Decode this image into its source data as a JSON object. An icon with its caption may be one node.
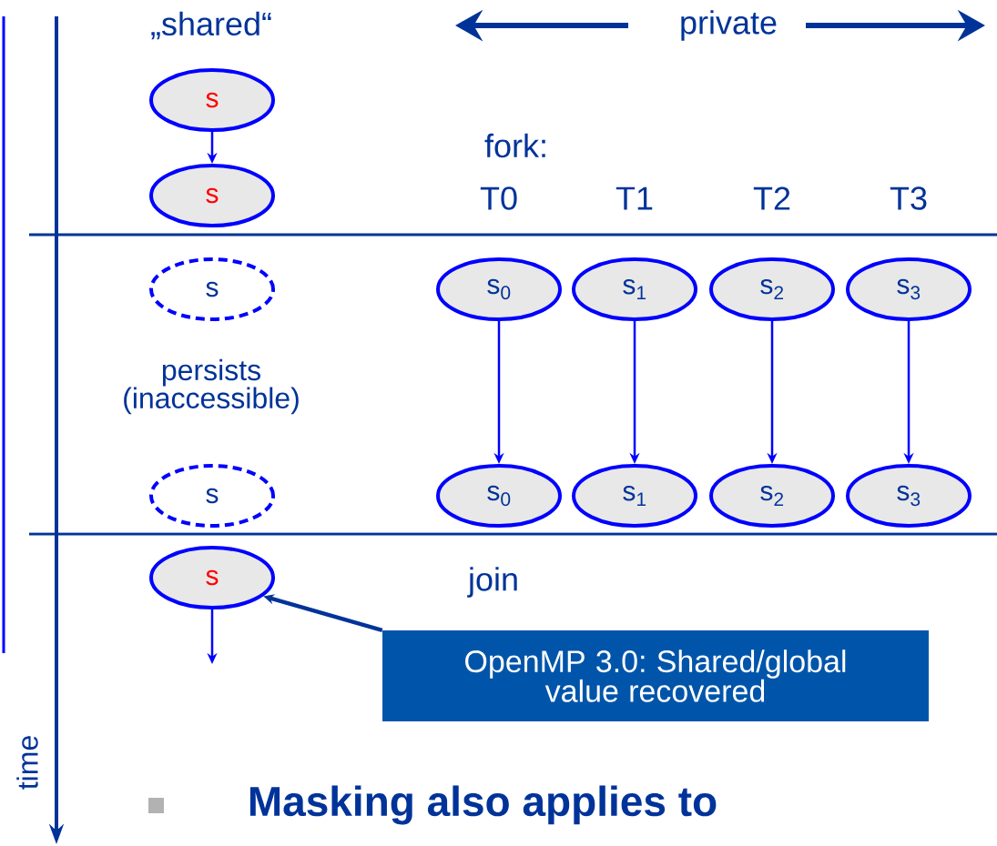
{
  "diagram": {
    "nodes": [
      {
        "text": [
          "s"
        ]
      },
      {
        "text": [
          "s"
        ]
      },
      {
        "text": [
          "s"
        ]
      },
      {
        "text": [
          "s$_{0}$"
        ]
      },
      {
        "text": [
          "s$_{1}$"
        ]
      },
      {
        "text": [
          "s$_{2}$"
        ]
      },
      {
        "text": [
          "s$_{3}$"
        ]
      },
      {
        "text": [
          "s"
        ]
      },
      {
        "text": [
          "s$_{0}$"
        ]
      },
      {
        "text": [
          "s$_{1}$"
        ]
      },
      {
        "text": [
          "s$_{2}$"
        ]
      },
      {
        "text": [
          "s$_{3}$"
        ]
      },
      {
        "text": [
          "s"
        ]
      },
      {
        "text": [
          "OpenMP 3.0: Shared/global value recovered"
        ]
      }
    ],
    "edges": [
      {
        "from": 0,
        "to": 1,
        "arrow": "to"
      },
      {
        "from": 3,
        "to": 8,
        "arrow": "to"
      },
      {
        "from": 4,
        "to": 9,
        "arrow": "to"
      },
      {
        "from": 5,
        "to": 10,
        "arrow": "to"
      },
      {
        "from": 6,
        "to": 11,
        "arrow": "to"
      },
      {
        "from": 12,
        "to": null,
        "arrow": "to"
      },
      {
        "from": 13,
        "to": 12,
        "arrow": "to",
        "style": "thick",
        "color": "#003399"
      }
    ],
    "labels": [
      "„shared“",
      "private",
      "fork:",
      "T0",
      "T1",
      "T2",
      "T3",
      "persists (inaccessible)",
      "join",
      "time",
      "Masking also applies to"
    ]
  }
}
